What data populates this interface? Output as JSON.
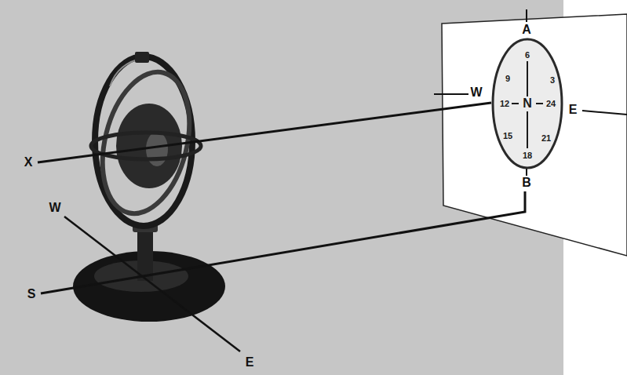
{
  "diagram": {
    "nodes": [
      {
        "text": [
          "6",
          "3",
          "24",
          "21",
          "18",
          "15",
          "12",
          "9",
          "N"
        ]
      }
    ],
    "labels": [
      "A",
      "W",
      "E",
      "B",
      "X",
      "W",
      "S",
      "E"
    ]
  }
}
